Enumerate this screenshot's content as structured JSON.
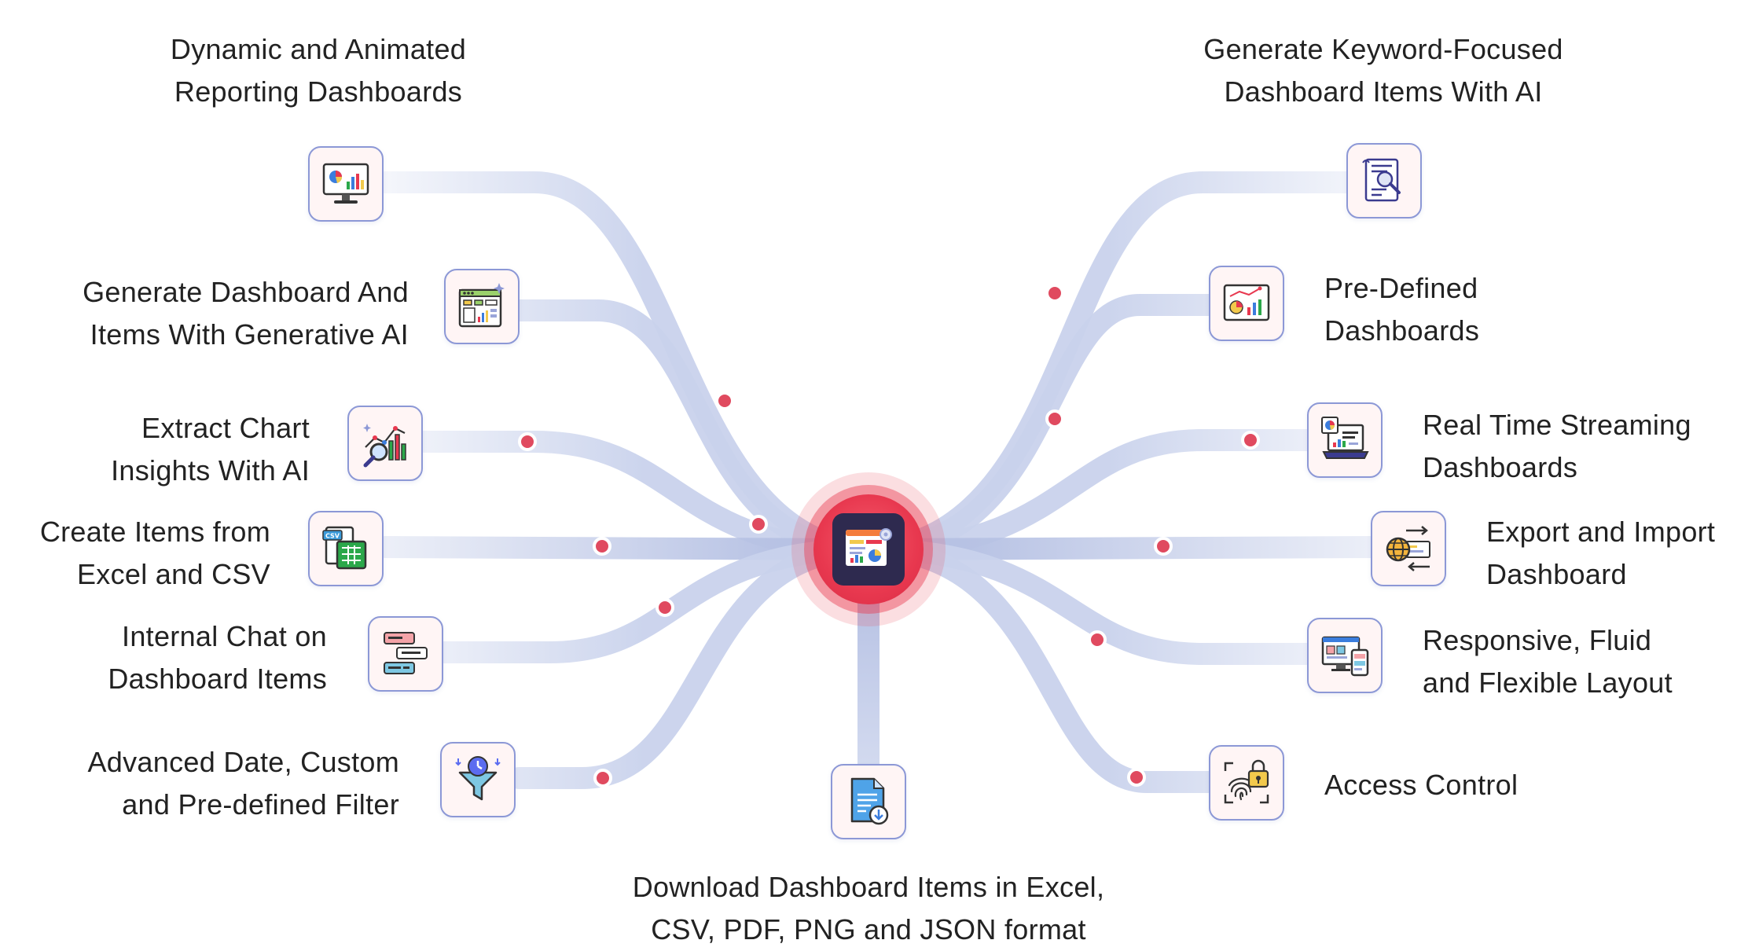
{
  "features": [
    {
      "id": "dynamic-animated-dashboards",
      "icon": "monitor-chart-icon",
      "lines": [
        "Dynamic and Animated",
        "Reporting Dashboards"
      ]
    },
    {
      "id": "generate-dashboard-ai",
      "icon": "dashboard-grid-icon",
      "lines": [
        "Generate Dashboard And",
        "Items With Generative AI"
      ]
    },
    {
      "id": "extract-chart-insights",
      "icon": "chart-magnifier-icon",
      "lines": [
        "Extract Chart",
        "Insights With AI"
      ]
    },
    {
      "id": "create-from-excel-csv",
      "icon": "csv-spreadsheet-icon",
      "lines": [
        "Create Items from",
        "Excel and CSV"
      ]
    },
    {
      "id": "internal-chat",
      "icon": "chat-bubbles-icon",
      "lines": [
        "Internal Chat on",
        "Dashboard Items"
      ]
    },
    {
      "id": "advanced-date-filter",
      "icon": "clock-funnel-icon",
      "lines": [
        "Advanced Date, Custom",
        "and Pre-defined Filter"
      ]
    },
    {
      "id": "keyword-focused-ai",
      "icon": "document-search-icon",
      "lines": [
        "Generate Keyword-Focused",
        "Dashboard Items With AI"
      ]
    },
    {
      "id": "predefined-dashboards",
      "icon": "chart-panel-icon",
      "lines": [
        "Pre-Defined",
        "Dashboards"
      ]
    },
    {
      "id": "real-time-streaming",
      "icon": "laptop-chart-icon",
      "lines": [
        "Real Time Streaming",
        "Dashboards"
      ]
    },
    {
      "id": "export-import",
      "icon": "globe-transfer-icon",
      "lines": [
        "Export and Import",
        "Dashboard"
      ]
    },
    {
      "id": "responsive-layout",
      "icon": "responsive-devices-icon",
      "lines": [
        "Responsive, Fluid",
        "and Flexible Layout"
      ]
    },
    {
      "id": "access-control",
      "icon": "fingerprint-lock-icon",
      "lines": [
        "Access Control"
      ]
    },
    {
      "id": "download-formats",
      "icon": "file-download-icon",
      "lines": [
        "Download Dashboard Items in Excel,",
        "CSV, PDF, PNG and JSON format"
      ]
    }
  ],
  "hub": {
    "icon": "dashboard-hub-icon"
  },
  "colors": {
    "connector": "#c9d2ec",
    "connector_dark": "#b7c2e4",
    "dot": "#e04a5f",
    "hub": "#e8384f",
    "hub_tile": "#2e2a4f",
    "icon_border": "#8c98d6",
    "icon_fill": "#fff5f5",
    "text": "#222222"
  }
}
